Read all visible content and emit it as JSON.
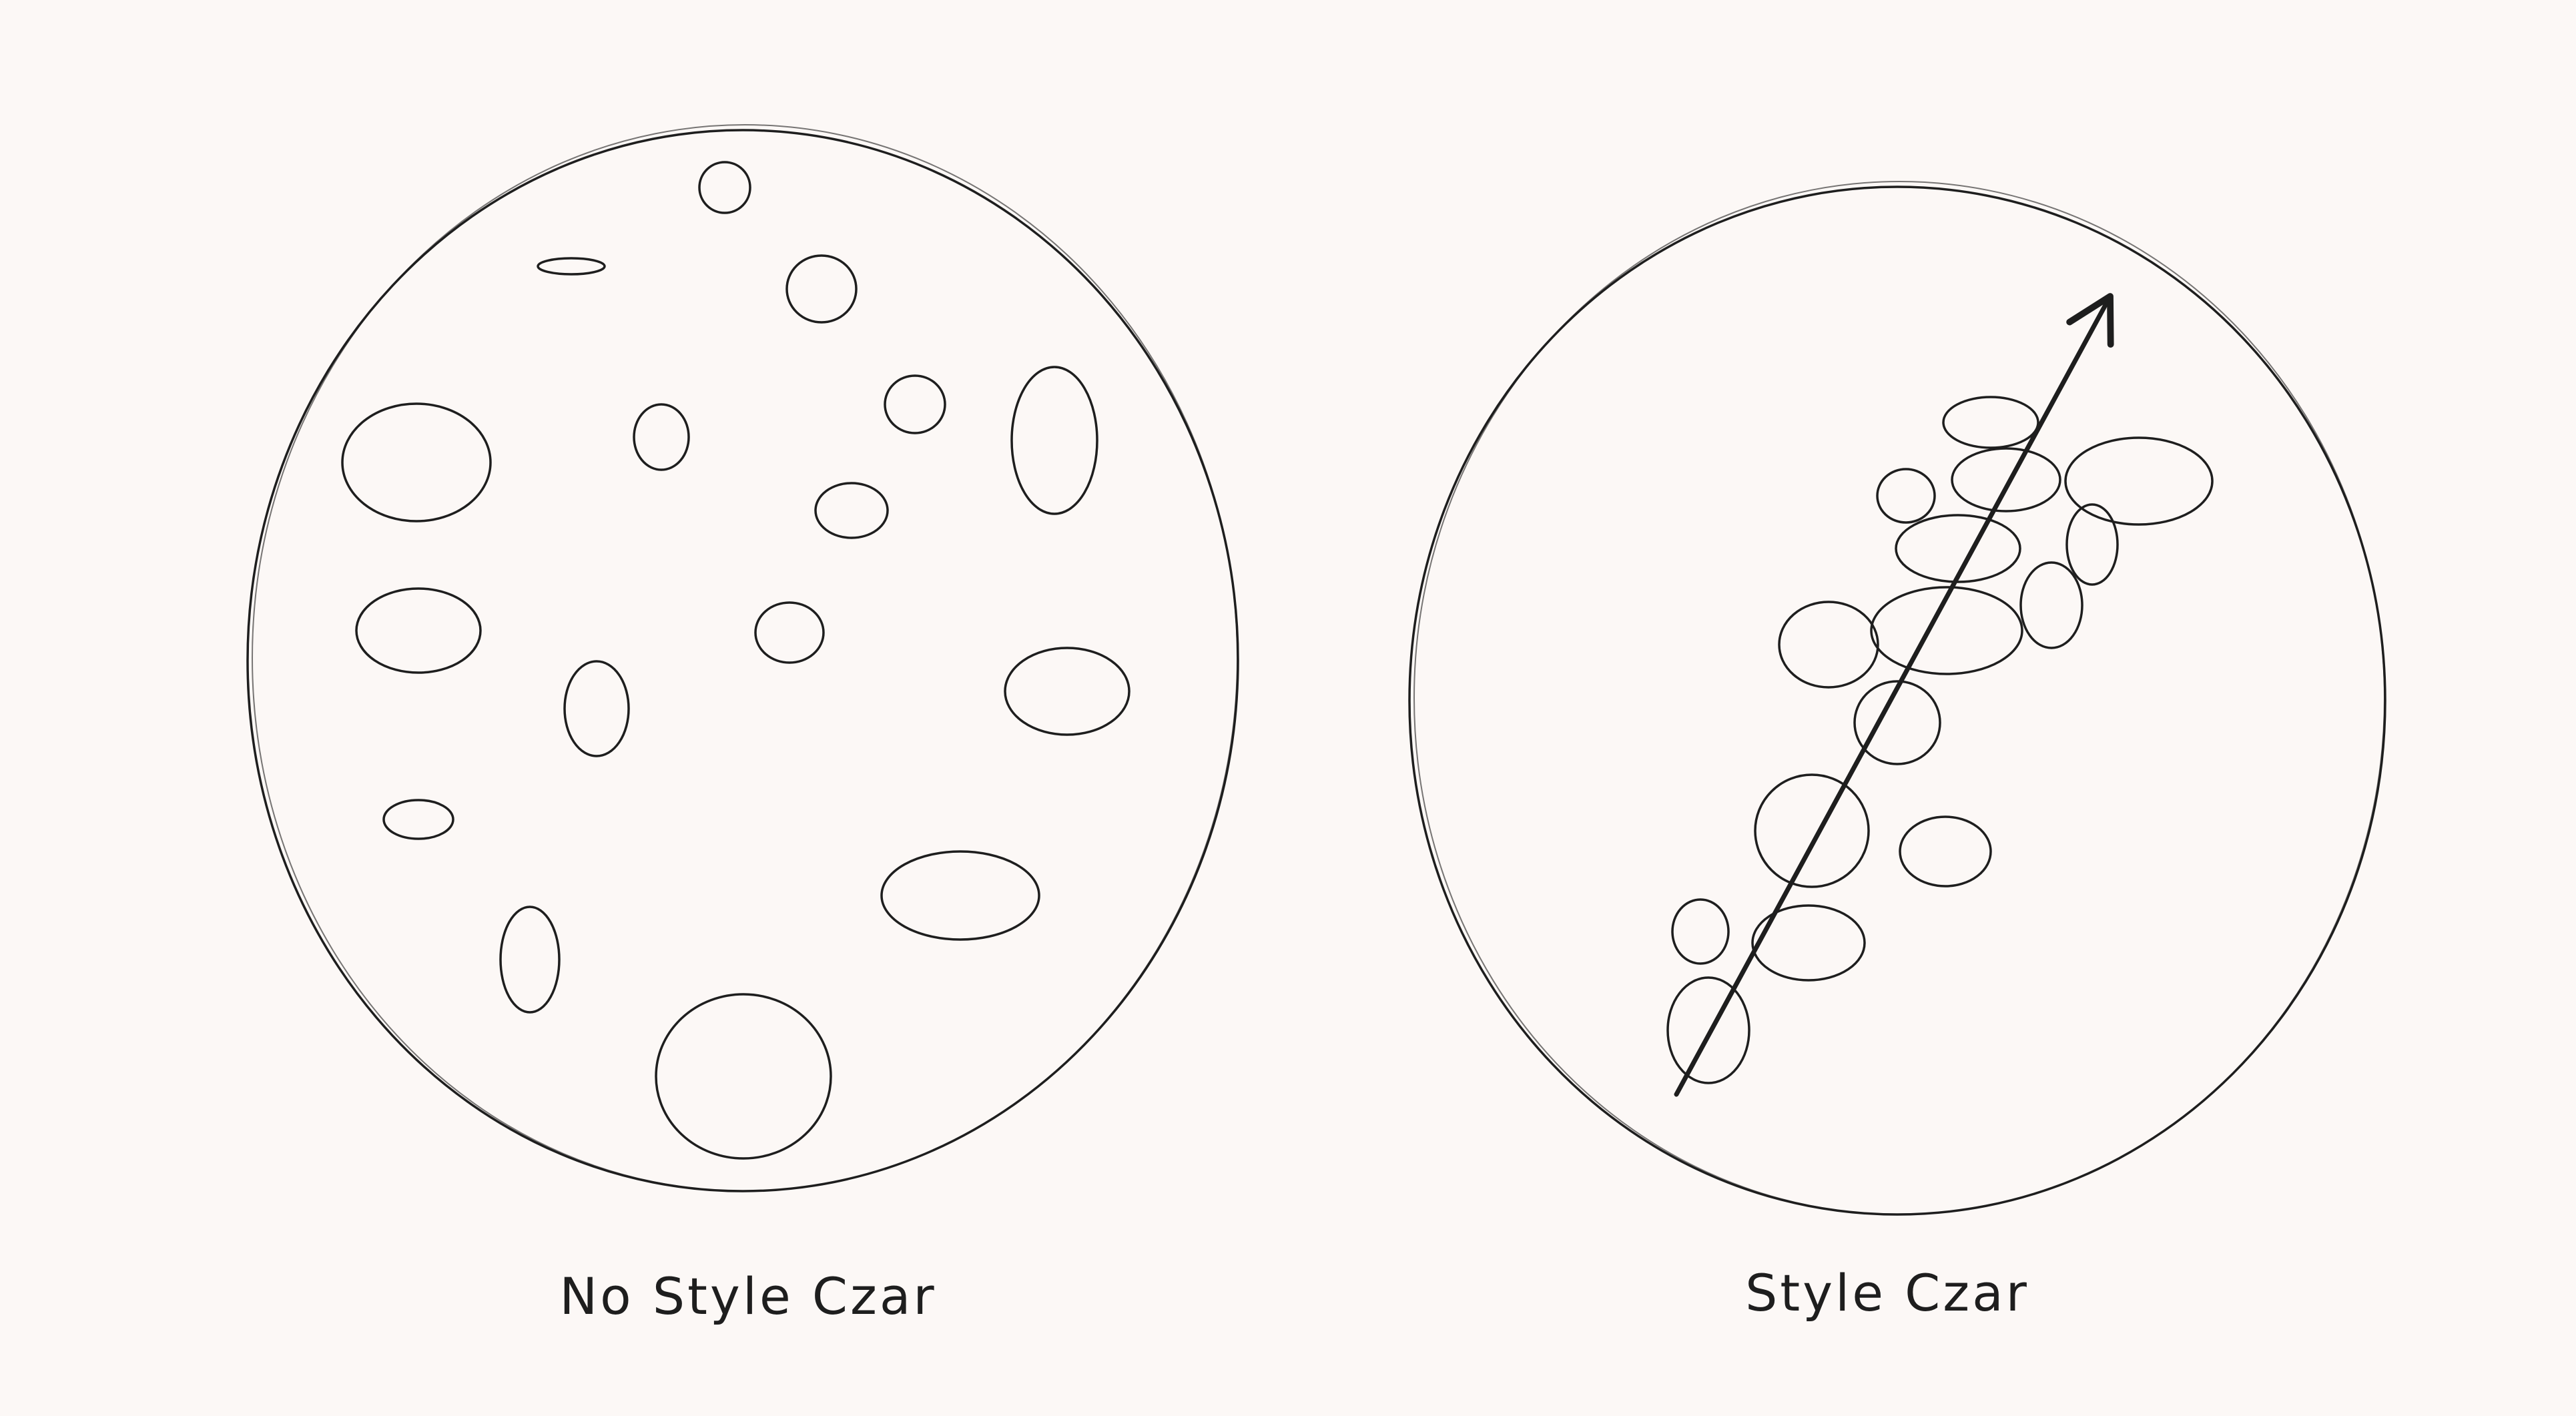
{
  "diagram": {
    "panels": [
      {
        "id": "left",
        "caption": "No Style Czar",
        "arrow": false
      },
      {
        "id": "right",
        "caption": "Style Czar",
        "arrow": true
      }
    ],
    "stroke_color": "#1e1e1e",
    "background": "#fcf8f6"
  }
}
